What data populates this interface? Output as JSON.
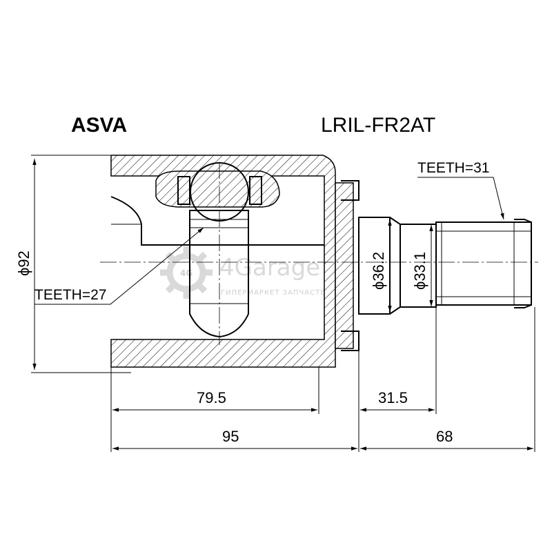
{
  "brand": "ASVA",
  "part_number": "LRIL-FR2AT",
  "labels": {
    "teeth_outer": "TEETH=31",
    "teeth_inner": "TEETH=27",
    "dia_body": "ϕ92",
    "dia_seal": "ϕ36.2",
    "dia_shaft": "ϕ33.1",
    "len_bore": "79.5",
    "len_body": "95",
    "len_neck": "31.5",
    "len_shaft": "68"
  },
  "watermark": {
    "name": "4Garage",
    "tagline": "ГИПЕРМАРКЕТ ЗАПЧАСТЕЙ",
    "logo_text": "4G"
  }
}
